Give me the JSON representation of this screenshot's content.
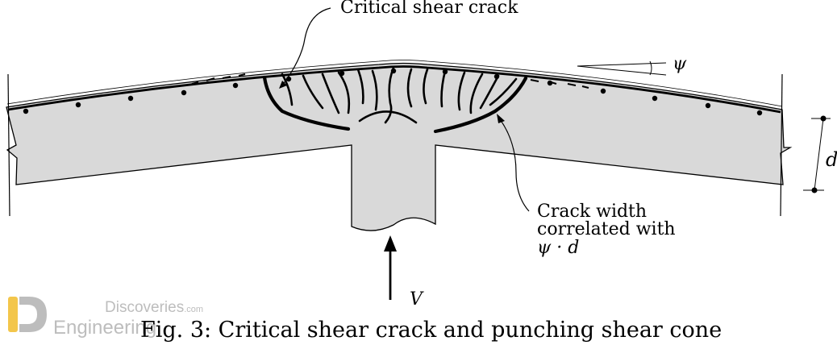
{
  "labels": {
    "top_callout": "Critical shear crack",
    "rotation_symbol": "ψ",
    "depth_symbol": "d",
    "crack_width_line1": "Crack width",
    "crack_width_line2": "correlated with",
    "crack_width_line3": "ψ · d",
    "load_symbol": "V"
  },
  "caption": "Fig. 3: Critical shear crack and punching shear cone",
  "watermark": {
    "site_top": "Discoveries",
    "site_suffix": ".com",
    "site_bottom": "Engineering"
  },
  "colors": {
    "concrete_fill": "#d9d9d9",
    "outline": "#000000",
    "watermark": "#bdbdbd",
    "watermark_logo": "#f3c64b"
  }
}
